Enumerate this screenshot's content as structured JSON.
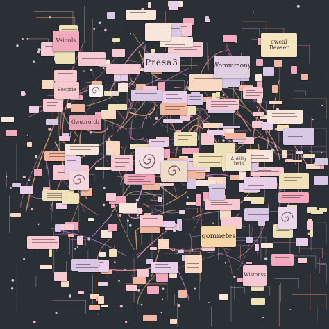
{
  "palette": {
    "background": "#2b2f36",
    "wire_colors": [
      "#f2a36b",
      "#e9897a",
      "#d98aa8",
      "#c98bd6",
      "#f4c27a",
      "#ee8f98",
      "#b46fae"
    ],
    "card_colors": [
      "#f6c9d3",
      "#f3a9bd",
      "#f7d9c4",
      "#efe1b8",
      "#e9cfe8",
      "#d9c7e6",
      "#f8e6da",
      "#f2b7a1"
    ]
  },
  "cards": [
    {
      "label": "Presa3",
      "font": 12,
      "bg": "#e9d4e2"
    },
    {
      "label": "Wommmony",
      "font": 10,
      "bg": "#e0cfe0"
    },
    {
      "label": "Vaiouls",
      "font": 9,
      "bg": "#f3a9bd"
    },
    {
      "label": "sweal Beaser",
      "font": 8,
      "bg": "#f7e4c0"
    },
    {
      "label": "Autilty bais",
      "font": 7,
      "bg": "#f3e6cf"
    },
    {
      "label": "gomnetes",
      "font": 11,
      "bg": "#f6d6a6"
    },
    {
      "label": "Wistonss",
      "font": 7,
      "bg": "#f5c8d6"
    },
    {
      "label": "Boccrie",
      "font": 7,
      "bg": "#f6c9cc"
    },
    {
      "label": "Gwoovorch",
      "font": 7,
      "bg": "#e7a6b6"
    }
  ],
  "icons": [
    "spiral-icon",
    "spiral-icon",
    "spiral-icon",
    "spiral-icon",
    "spiral-icon"
  ]
}
